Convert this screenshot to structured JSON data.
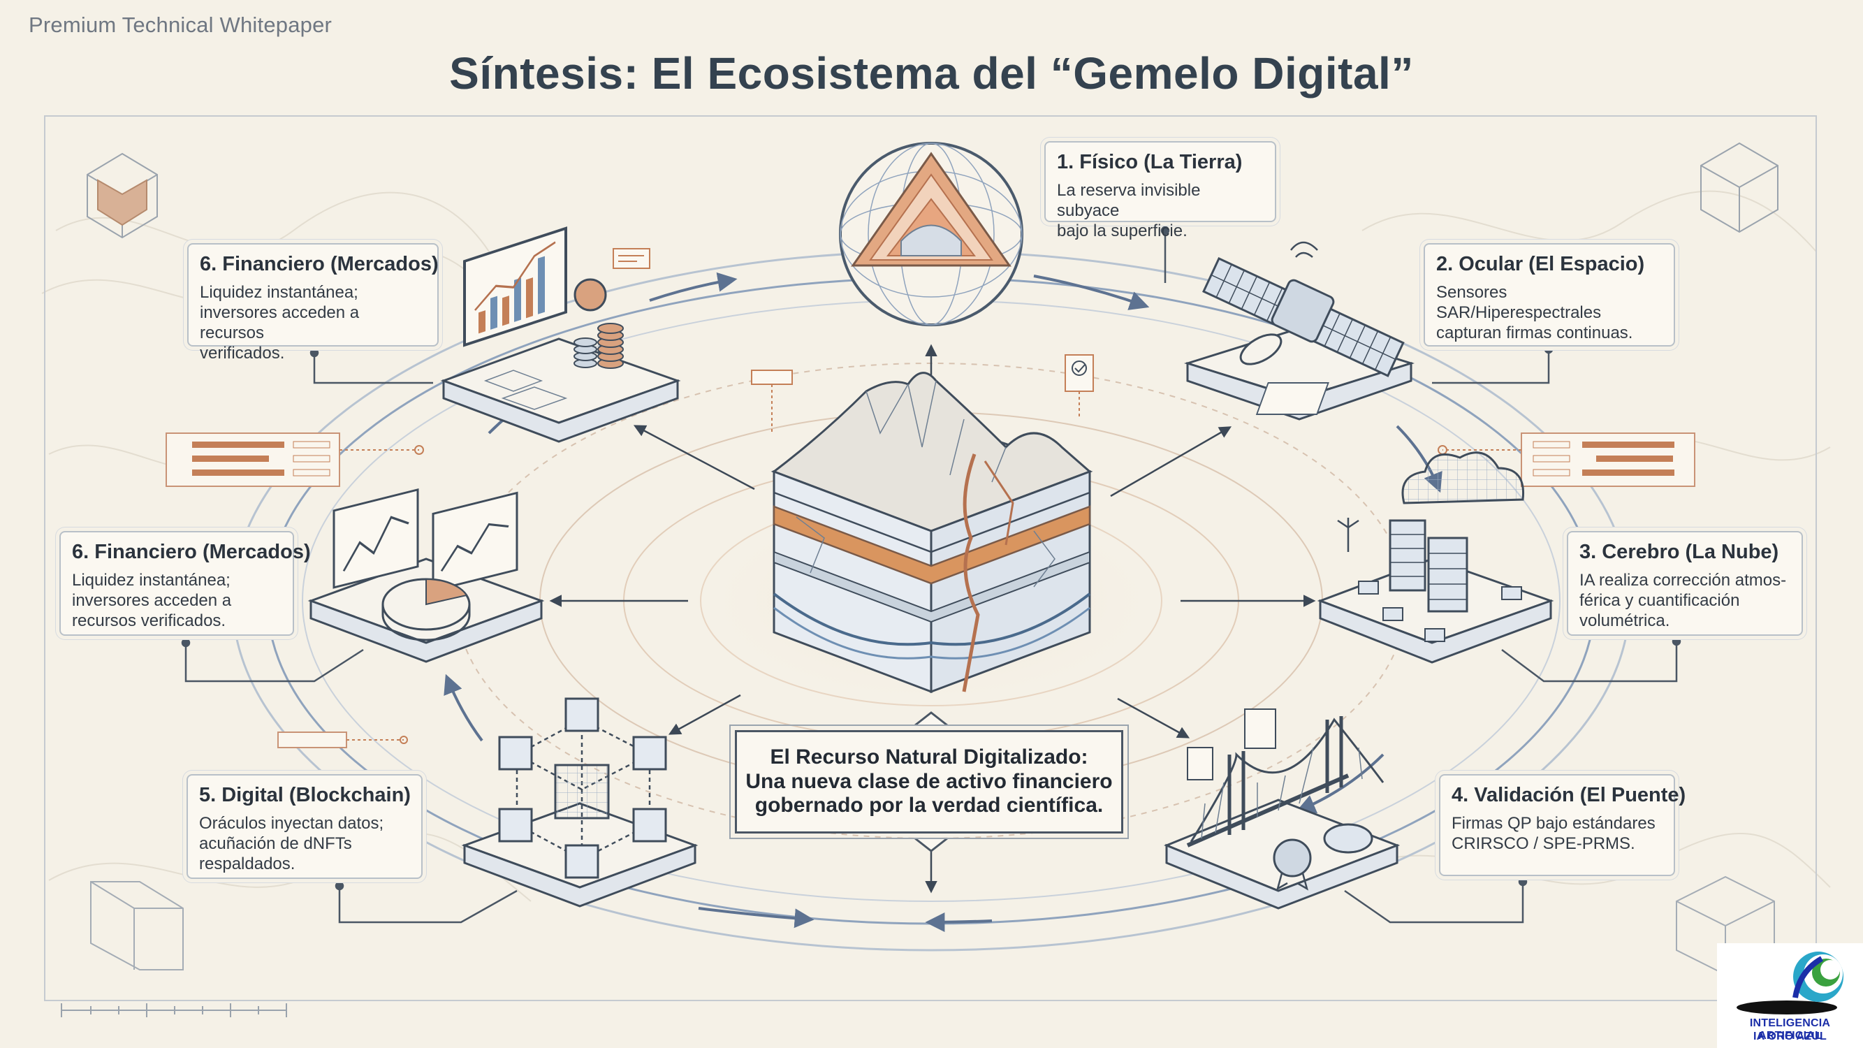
{
  "header": {
    "doc_tag": "Premium Technical Whitepaper",
    "title": "Síntesis: El Ecosistema del “Gemelo Digital”"
  },
  "nodes": {
    "fisico": {
      "title": "1. Físico (La Tierra)",
      "text": "La reserva invisible subyace\nbajo la superficie."
    },
    "ocular": {
      "title": "2. Ocular (El Espacio)",
      "text": "Sensores SAR/Hiperespectrales\ncapturan firmas continuas."
    },
    "cerebro": {
      "title": "3. Cerebro (La Nube)",
      "text": "IA realiza corrección atmos-\nférica y cuantificación\nvolumétrica."
    },
    "validacion": {
      "title": "4. Validación (El Puente)",
      "text": "Firmas QP bajo estándares\nCRIRSCO / SPE-PRMS."
    },
    "digital": {
      "title": "5. Digital (Blockchain)",
      "text": "Oráculos inyectan datos;\nacuñación de dNFTs\nrespaldados."
    },
    "financiero_left": {
      "title": "6. Financiero (Mercados)",
      "text": "Liquidez instantánea;\ninversores acceden a\nrecursos verificados."
    },
    "financiero_top": {
      "title": "6. Financiero (Mercados)",
      "text": "Liquidez instantánea;\ninversores acceden a recursos\nverificados."
    }
  },
  "center": {
    "caption": "El Recurso Natural Digitalizado:\nUna nueva clase de activo financiero\ngobernado por la verdad científica."
  },
  "logo": {
    "line1": "INTELIGENCIA ARTIFICIAL",
    "line2": "IA ORO AZUL",
    "colors": {
      "blue": "#1b2ea8",
      "cyan": "#2aa7c9",
      "green": "#3aa13f",
      "dark": "#111111"
    }
  },
  "palette": {
    "paper": "#f5f1e7",
    "ink": "#4a5a6c",
    "rust": "#c47f57",
    "steel_blue": "#6e8fb3"
  }
}
